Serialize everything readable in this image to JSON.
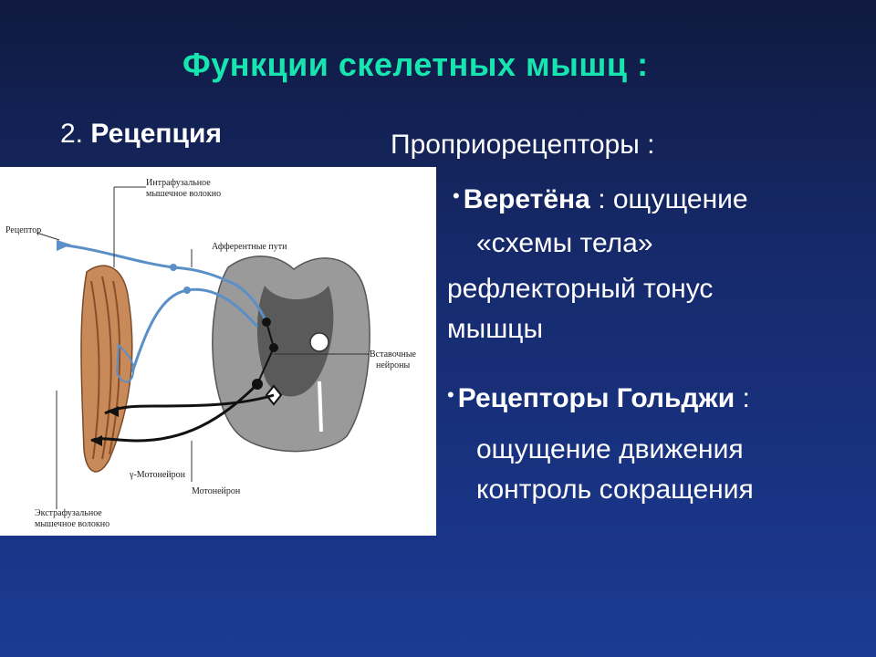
{
  "slide": {
    "title": "Функции скелетных мышц :",
    "subtitle_num": "2. ",
    "subtitle_bold": "Рецепция",
    "proprio": "Проприорецепторы :",
    "spindle_bold": "Веретёна",
    "spindle_rest": " : ощущение",
    "spindle_line2": "«схемы тела»",
    "reflex_line1": "рефлекторный тонус",
    "reflex_line2": "мышцы",
    "golgi_bold": "Рецепторы Гольджи",
    "golgi_rest": " :",
    "golgi_line1": "ощущение движения",
    "golgi_line2": "контроль сокращения",
    "bullet": "•"
  },
  "figure": {
    "labels": {
      "intrafusal_1": "Интрафузальное",
      "intrafusal_2": "мышечное волокно",
      "receptor": "Рецептор",
      "afferent": "Афферентные пути",
      "interneurons_1": "Вставочные",
      "interneurons_2": "нейроны",
      "gamma": "γ-Мотонейрон",
      "motoneuron": "Мотонейрон",
      "extrafusal_1": "Экстрафузальное",
      "extrafusal_2": "мышечное волокно"
    },
    "colors": {
      "afferent": "#5a8fc8",
      "efferent": "#111111",
      "muscle": "#c98a5a",
      "cord": "#8e8e8e"
    }
  }
}
